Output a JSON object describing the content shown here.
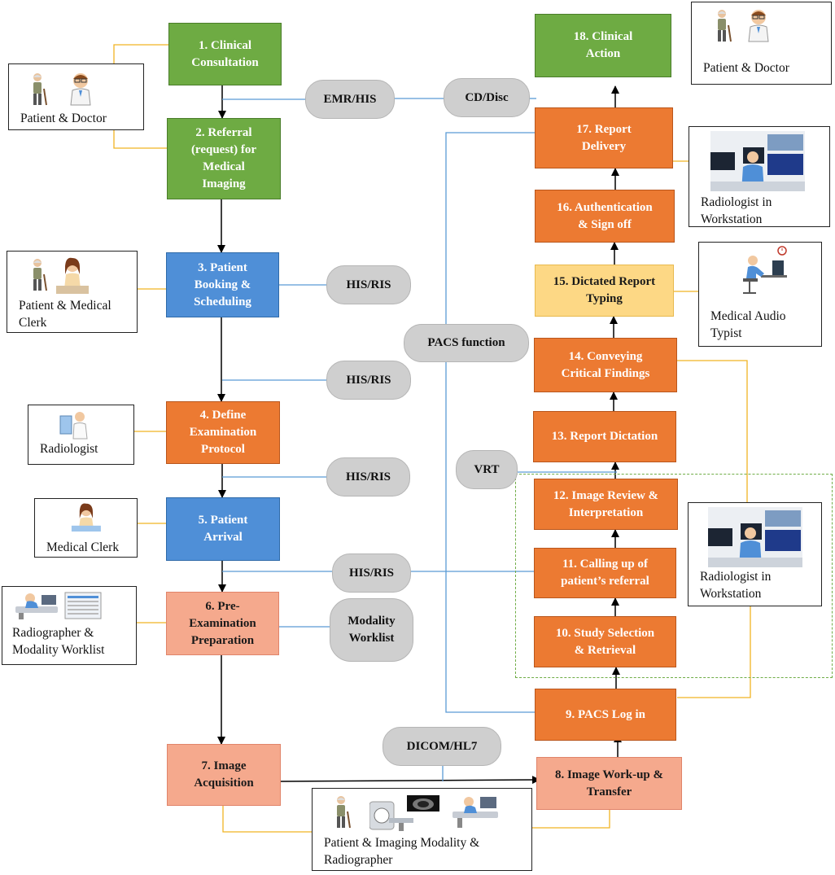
{
  "steps": {
    "s1": "1. Clinical\nConsultation",
    "s2": "2. Referral\n(request) for\nMedical\nImaging",
    "s3": "3. Patient\nBooking &\nScheduling",
    "s4": "4. Define\nExamination\nProtocol",
    "s5": "5. Patient\nArrival",
    "s6": "6. Pre-\nExamination\nPreparation",
    "s7": "7. Image\nAcquisition",
    "s8": "8. Image Work-up &\nTransfer",
    "s9": "9. PACS Log in",
    "s10": "10. Study Selection\n& Retrieval",
    "s11": "11. Calling up of\npatient’s referral",
    "s12": "12. Image Review &\nInterpretation",
    "s13": "13. Report Dictation",
    "s14": "14. Conveying\nCritical Findings",
    "s15": "15. Dictated Report\nTyping",
    "s16": "16. Authentication\n& Sign off",
    "s17": "17. Report\nDelivery",
    "s18": "18.  Clinical\nAction"
  },
  "systems": {
    "emr_his": "EMR/HIS",
    "cd_disc": "CD/Disc",
    "his_ris_1": "HIS/RIS",
    "his_ris_2": "HIS/RIS",
    "his_ris_3": "HIS/RIS",
    "his_ris_4": "HIS/RIS",
    "pacs_function": "PACS function",
    "vrt": "VRT",
    "modality_worklist": "Modality\nWorklist",
    "dicom_hl7": "DICOM/HL7"
  },
  "actors": {
    "patient_doctor_left": "Patient & Doctor",
    "patient_doctor_right": "Patient & Doctor",
    "patient_clerk": "Patient & Medical\nClerk",
    "radiologist": "Radiologist",
    "medical_clerk": "Medical Clerk",
    "radiographer_worklist": "Radiographer &\nModality Worklist",
    "radiologist_workstation_top": "Radiologist in\nWorkstation",
    "audio_typist": "Medical Audio\nTypist",
    "radiologist_workstation_mid": "Radiologist in\nWorkstation",
    "patient_modality_radiographer": "Patient & Imaging Modality &\nRadiographer"
  },
  "colors": {
    "consult_green": "#6eab43",
    "booking_blue": "#4f8fd7",
    "process_orange": "#ec7a32",
    "preparation_peach": "#f5a98d",
    "typing_yellow": "#fdd885",
    "system_grey": "#cfcfcf",
    "link_blue": "#5b9bd5",
    "actor_link_gold": "#f0b323",
    "review_group_green": "#70ad47"
  },
  "icons": [
    "patient-icon",
    "doctor-icon",
    "clerk-icon",
    "radiologist-icon",
    "radiographer-icon",
    "worklist-screen-icon",
    "workstation-icon",
    "typist-icon",
    "imaging-modality-icon",
    "ct-scan-icon"
  ]
}
